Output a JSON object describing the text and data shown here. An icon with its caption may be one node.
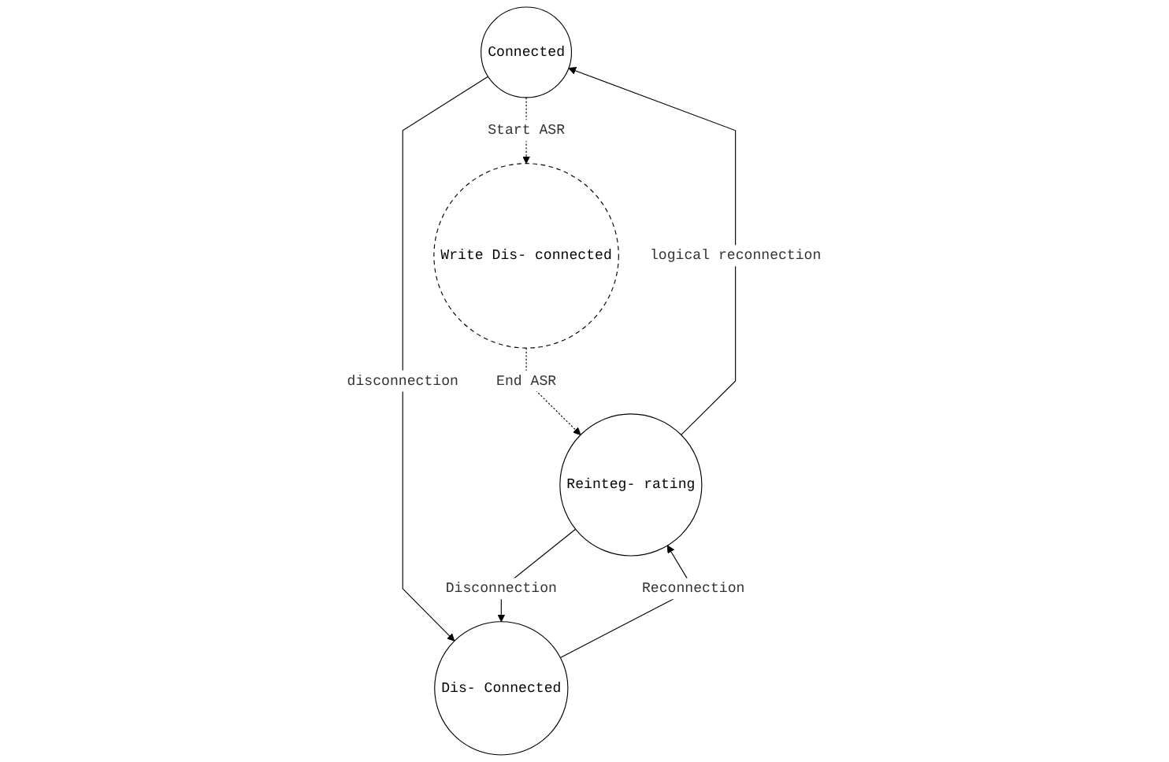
{
  "diagram": {
    "nodes": [
      {
        "text": [
          "Connected"
        ]
      },
      {
        "text": [
          "Write Dis- connected"
        ]
      },
      {
        "text": [
          "Dis- Connected"
        ]
      },
      {
        "text": [
          "Reinteg- rating"
        ]
      }
    ],
    "edges": [
      {
        "from": 0,
        "to": 1,
        "arrow": "to",
        "label": "Start ASR",
        "style": "dashed"
      },
      {
        "from": 0,
        "to": 2,
        "arrow": "to",
        "label": "disconnection"
      },
      {
        "from": 3,
        "to": 0,
        "arrow": "to",
        "label": "logical reconnection"
      },
      {
        "from": 1,
        "to": 3,
        "arrow": "to",
        "label": "End ASR",
        "style": "dashed"
      },
      {
        "from": 3,
        "to": 2,
        "arrow": "to",
        "label": "Disconnection"
      },
      {
        "from": 2,
        "to": 3,
        "arrow": "to",
        "label": "Reconnection"
      }
    ]
  }
}
